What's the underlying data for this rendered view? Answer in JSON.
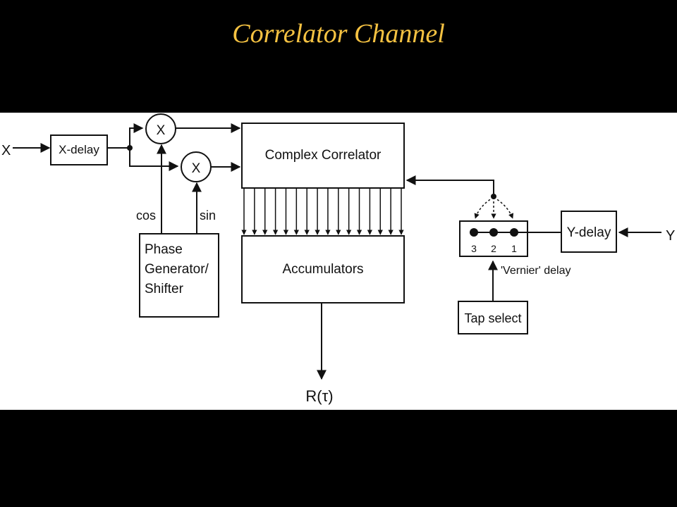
{
  "slide": {
    "title": "Correlator Channel"
  },
  "diagram": {
    "inputs": {
      "x": "X",
      "y": "Y"
    },
    "blocks": {
      "x_delay": "X-delay",
      "y_delay": "Y-delay",
      "complex_correlator": "Complex Correlator",
      "accumulators": "Accumulators",
      "phase_generator": [
        "Phase",
        "Generator/",
        "Shifter"
      ],
      "tap_select": "Tap select"
    },
    "multipliers": {
      "top": "X",
      "bottom": "X"
    },
    "signals": {
      "cos": "cos",
      "sin": "sin"
    },
    "vernier": {
      "taps": [
        "3",
        "2",
        "1"
      ],
      "label": "'Vernier' delay"
    },
    "output": {
      "label": "R(τ)"
    },
    "colors": {
      "title": "#f5c242",
      "background": "#000000",
      "panel": "#ffffff",
      "ink": "#111111"
    },
    "lag_channels": 16
  }
}
